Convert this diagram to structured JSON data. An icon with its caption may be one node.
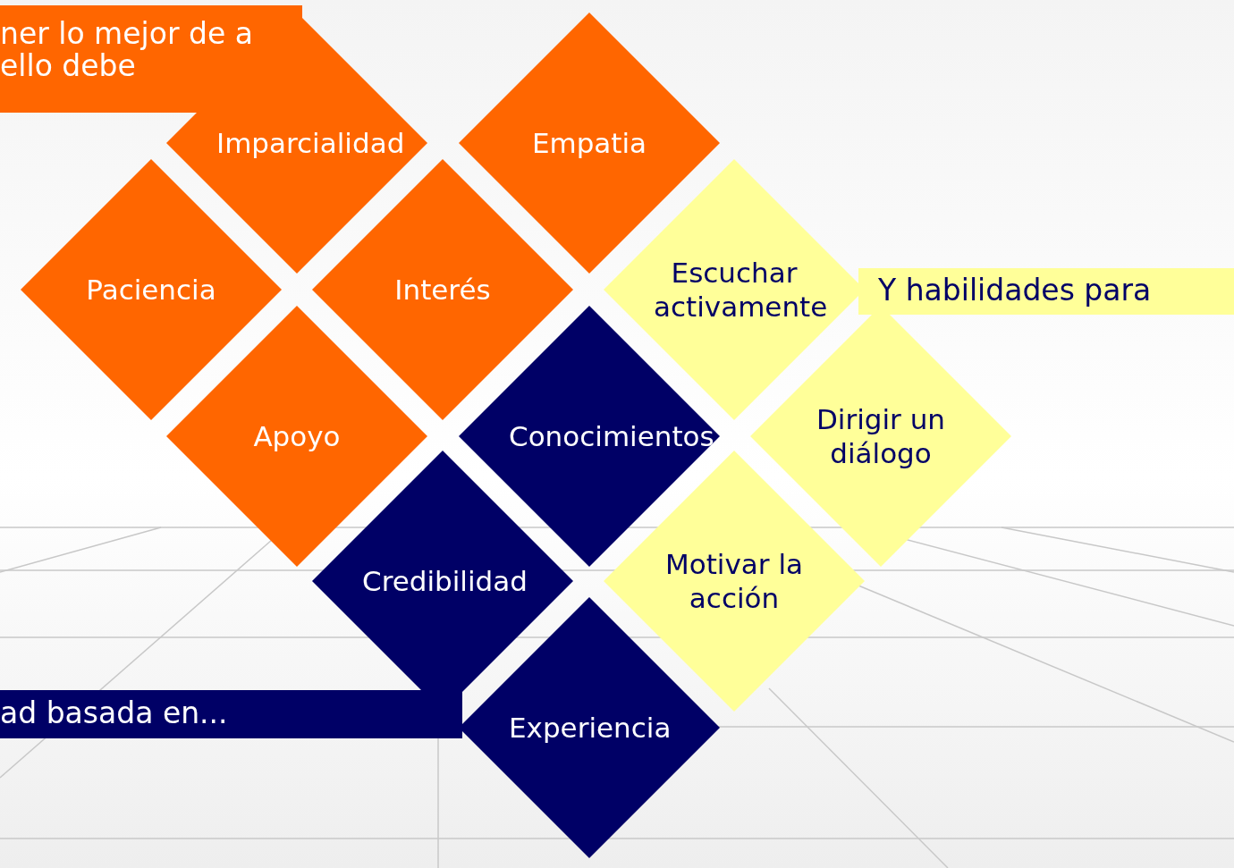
{
  "diagram": {
    "nodes": [
      {
        "text": [
          "ner lo mejor de a ello debe"
        ]
      },
      {
        "text": [
          "Imparcialidad"
        ]
      },
      {
        "text": [
          "Empatia"
        ]
      },
      {
        "text": [
          "Paciencia"
        ]
      },
      {
        "text": [
          "Interés"
        ]
      },
      {
        "text": [
          "Apoyo"
        ]
      },
      {
        "text": [
          "Conocimientos"
        ]
      },
      {
        "text": [
          "Escuchar activamente"
        ]
      },
      {
        "text": [
          "Y habilidades para"
        ]
      },
      {
        "text": [
          "Dirigir un diálogo"
        ]
      },
      {
        "text": [
          "Credibilidad"
        ]
      },
      {
        "text": [
          "Motivar la acción"
        ]
      },
      {
        "text": [
          "ad basada en..."
        ]
      },
      {
        "text": [
          "Experiencia"
        ]
      }
    ]
  }
}
